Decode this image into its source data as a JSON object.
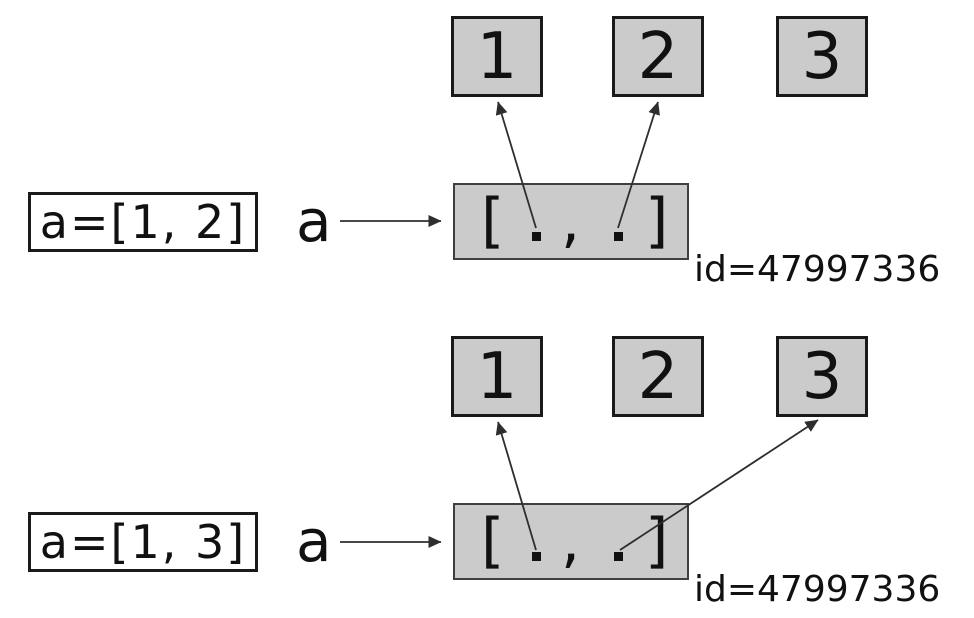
{
  "colors": {
    "background": "#ffffff",
    "box_fill": "#cbcbcb",
    "box_border": "#1a1a1a",
    "list_border": "#3f3f3f",
    "arrow": "#2e2e2e",
    "text": "#111111"
  },
  "diagrams": [
    {
      "assignment_label": "a=[1, 2]",
      "variable_name": "a",
      "list_cell": {
        "open_bracket": "[",
        "separator": ",",
        "close_bracket": "]"
      },
      "id_label": "id=47997336",
      "value_boxes": [
        {
          "value": "1"
        },
        {
          "value": "2"
        },
        {
          "value": "3"
        }
      ],
      "references": [
        "1",
        "2"
      ]
    },
    {
      "assignment_label": "a=[1, 3]",
      "variable_name": "a",
      "list_cell": {
        "open_bracket": "[",
        "separator": ",",
        "close_bracket": "]"
      },
      "id_label": "id=47997336",
      "value_boxes": [
        {
          "value": "1"
        },
        {
          "value": "2"
        },
        {
          "value": "3"
        }
      ],
      "references": [
        "1",
        "3"
      ]
    }
  ]
}
